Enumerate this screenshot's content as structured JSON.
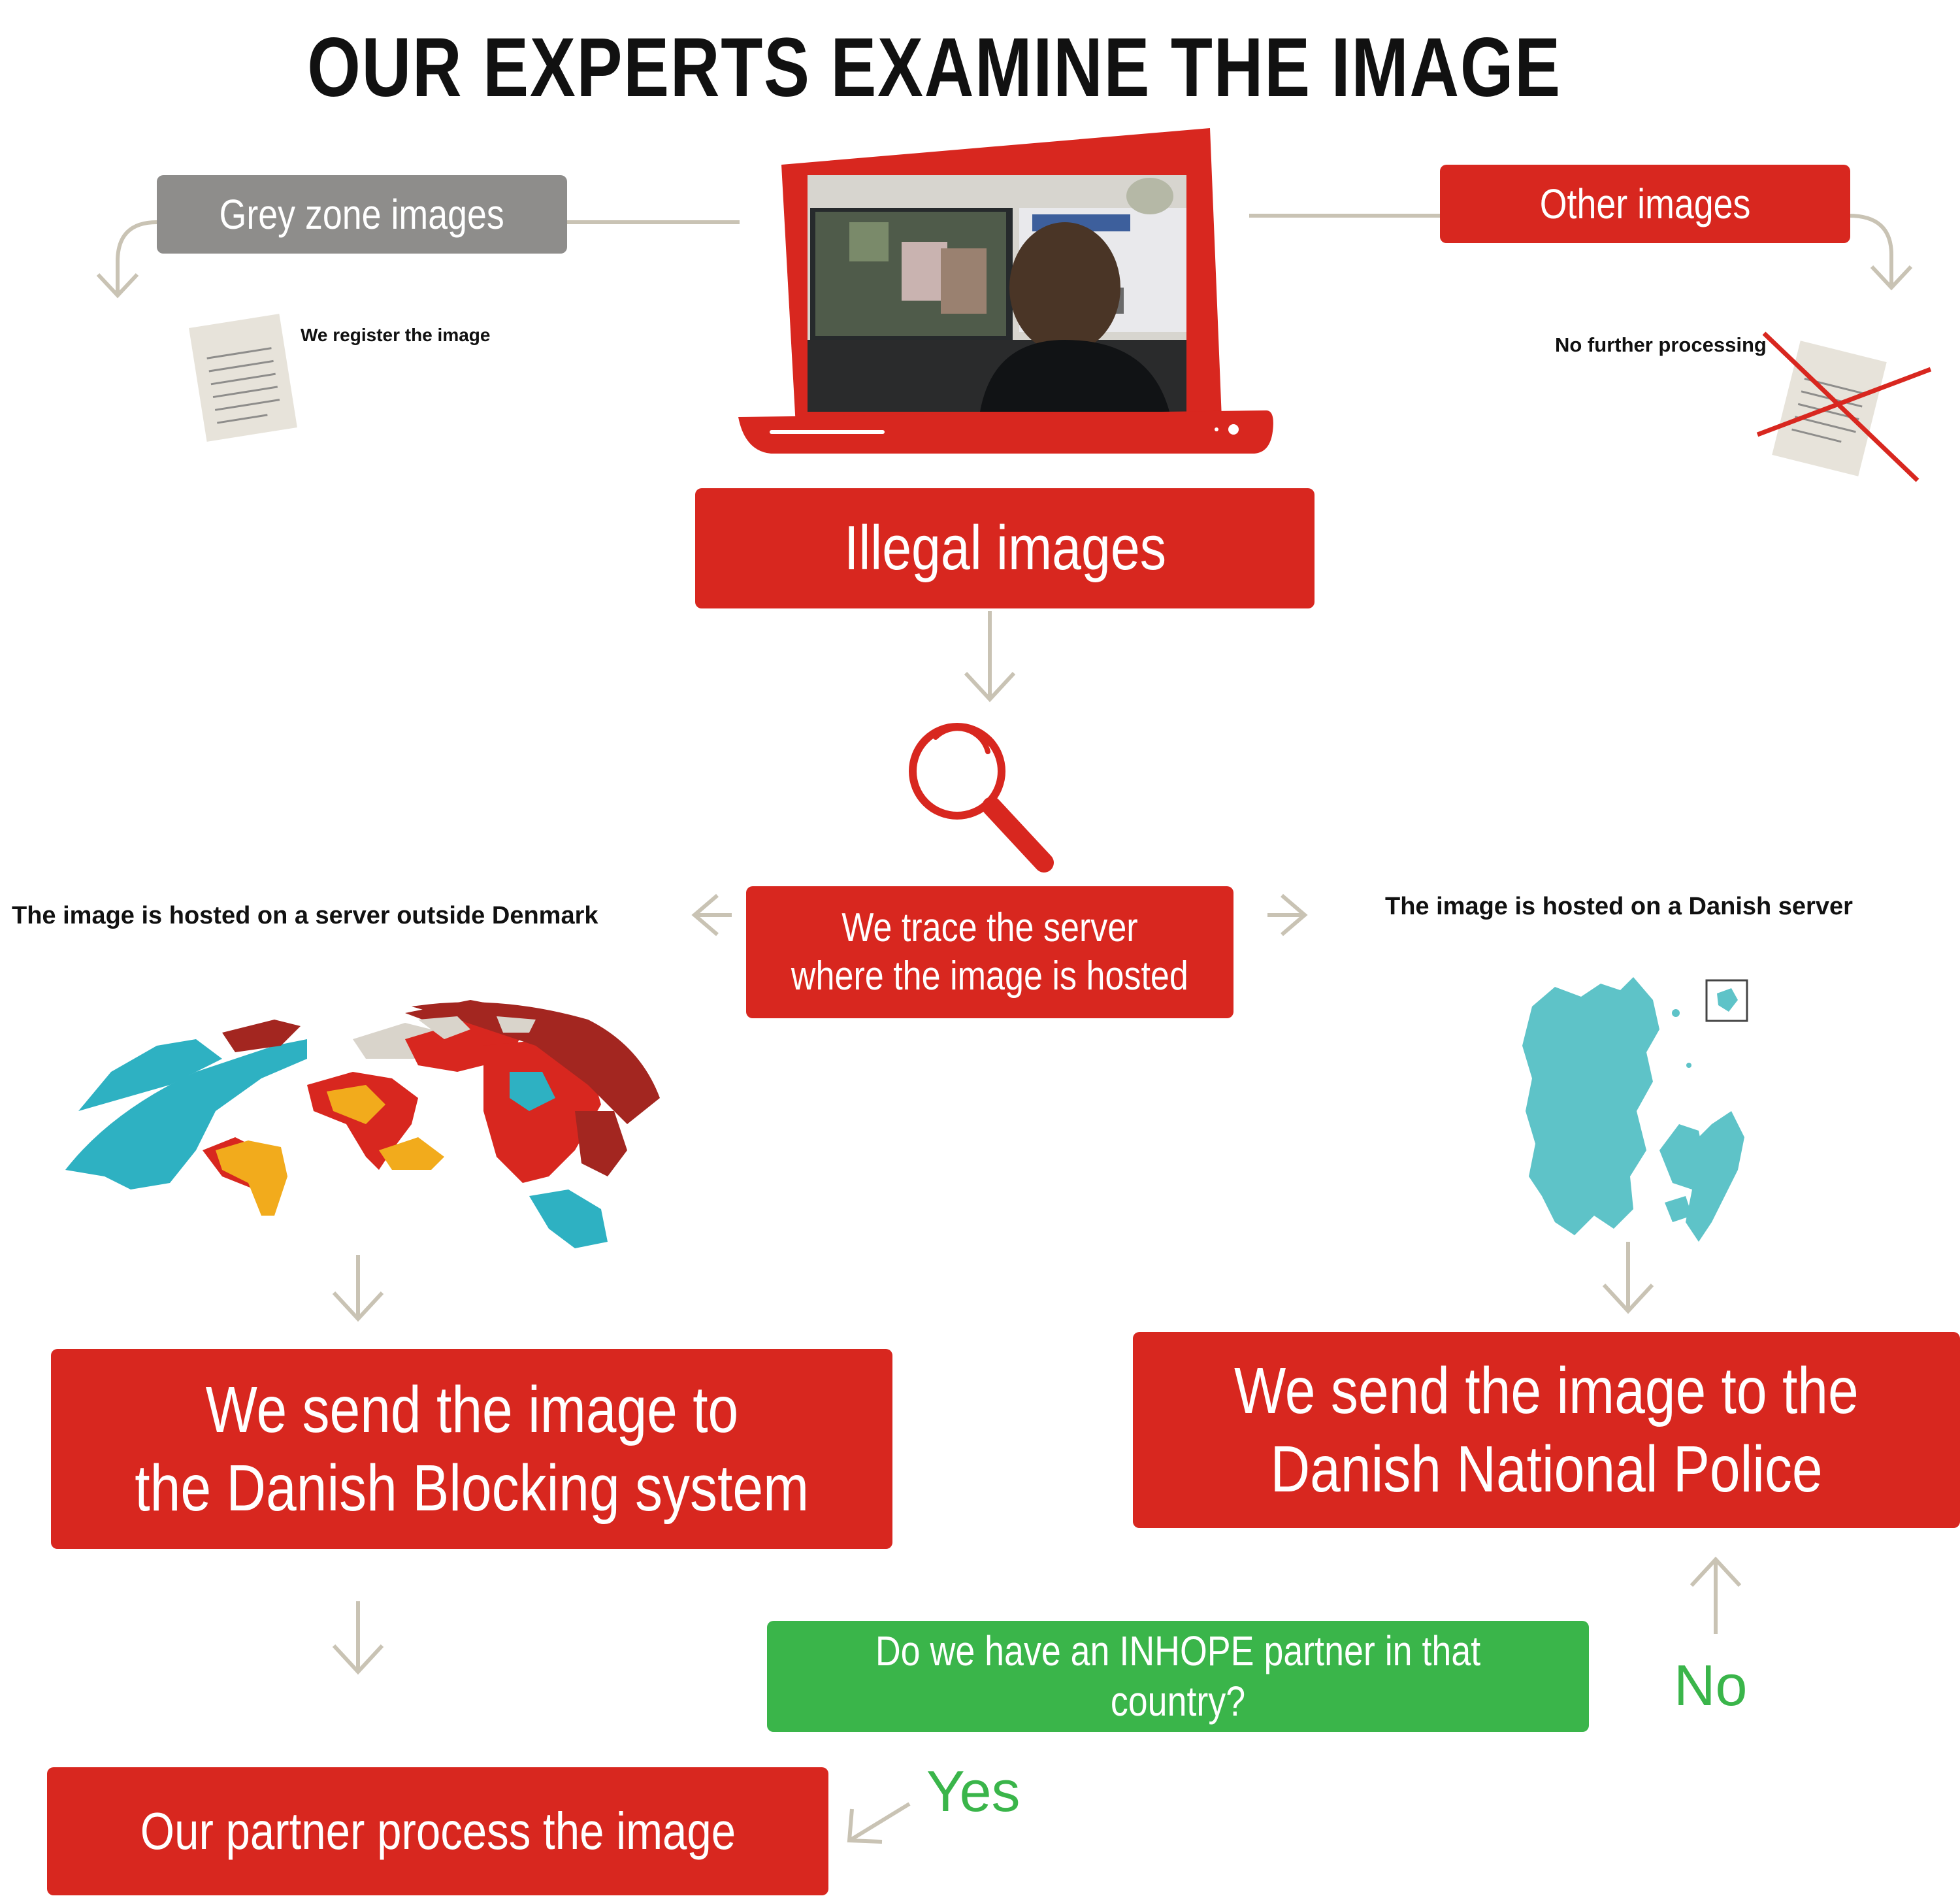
{
  "title": "OUR EXPERTS EXAMINE THE IMAGE",
  "nodes": {
    "grey_zone": "Grey zone images",
    "other_images": "Other images",
    "illegal_images": "Illegal images",
    "trace_server_line1": "We trace the server",
    "trace_server_line2": "where the image is hosted",
    "blocking_line1": "We send the image to",
    "blocking_line2": "the Danish Blocking system",
    "police_line1": "We send the image to the",
    "police_line2": "Danish National Police",
    "inhope_question": "Do we have an INHOPE partner in that country?",
    "partner_process": "Our partner process the image"
  },
  "notes": {
    "register": "We register the image",
    "no_further": "No further processing",
    "outside_denmark": "The image is hosted on a server outside Denmark",
    "danish_server": "The image is hosted on a Danish server"
  },
  "edge_labels": {
    "yes": "Yes",
    "no": "No"
  },
  "colors": {
    "red": "#d8271f",
    "grey": "#8e8d8b",
    "green": "#3ab54a",
    "arrow": "#c9c3b4",
    "teal": "#5ec3c8",
    "dark_red": "#a32620",
    "orange": "#f2ab1c",
    "land_grey": "#d9d4cb"
  }
}
